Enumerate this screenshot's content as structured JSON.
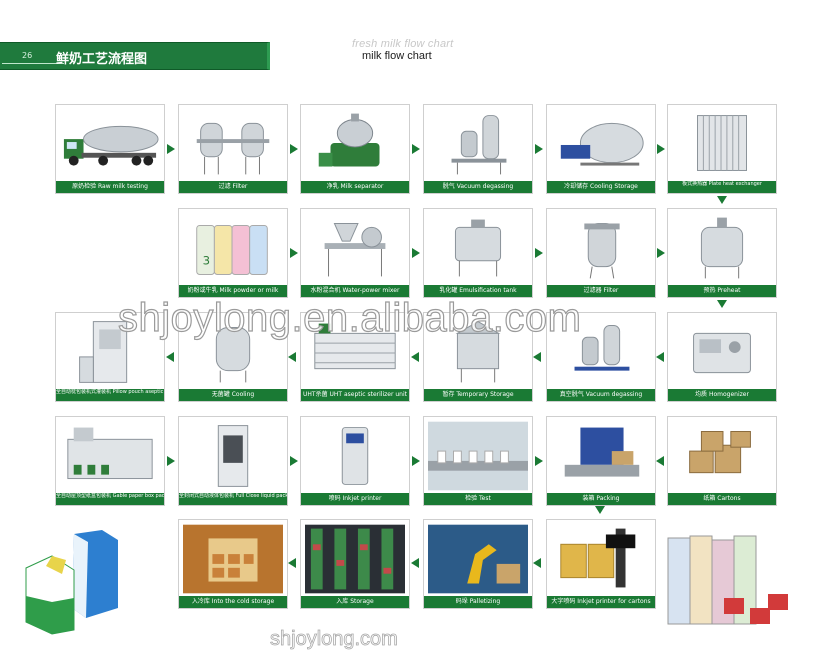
{
  "header": {
    "page_number": "26",
    "title_cn": "鲜奶工艺流程图",
    "ghost_title": "fresh milk flow chart",
    "subtitle": "milk flow chart"
  },
  "steps": [
    {
      "id": "raw-milk-testing",
      "label": "原奶检验 Raw milk testing",
      "icon": "tanker-truck-icon"
    },
    {
      "id": "filter-1",
      "label": "过滤 Filter",
      "icon": "twin-filter-icon"
    },
    {
      "id": "milk-separator",
      "label": "净乳 Milk separator",
      "icon": "separator-icon"
    },
    {
      "id": "vacuum-degassing-1",
      "label": "脱气 Vacuum degassing",
      "icon": "degasser-icon"
    },
    {
      "id": "cooling-storage",
      "label": "冷却储存 Cooling Storage",
      "icon": "horizontal-tank-icon"
    },
    {
      "id": "plate-heat-exchanger",
      "label": "板式换热器 Plate heat exchanger",
      "icon": "plate-exchanger-icon"
    },
    {
      "id": "milk-powder",
      "label": "奶粉或牛乳 Milk powder or milk",
      "icon": "milk-powder-cans-icon"
    },
    {
      "id": "water-powder-mixer",
      "label": "水粉混合机 Water-power mixer",
      "icon": "mixer-icon"
    },
    {
      "id": "emulsification-tank",
      "label": "乳化罐 Emulsification tank",
      "icon": "emulsification-tank-icon"
    },
    {
      "id": "filter-2",
      "label": "过滤器 Filter",
      "icon": "filter-vessel-icon"
    },
    {
      "id": "preheat",
      "label": "预热 Preheat",
      "icon": "preheat-tank-icon"
    },
    {
      "id": "homogenizer",
      "label": "均质 Homogenizer",
      "icon": "homogenizer-icon"
    },
    {
      "id": "vacuum-degassing-2",
      "label": "真空脱气 Vacuum degassing",
      "icon": "degasser-icon"
    },
    {
      "id": "temporary-storage",
      "label": "暂存 Temporary Storage",
      "icon": "storage-tank-icon"
    },
    {
      "id": "uht-sterilizer",
      "label": "UHT杀菌 UHT aseptic sterilizer unit",
      "icon": "uht-unit-icon"
    },
    {
      "id": "cooling",
      "label": "无菌罐 Cooling",
      "icon": "aseptic-tank-icon"
    },
    {
      "id": "pillow-pouch-packing",
      "label": "全自动枕包装机式灌装机 Pillow pouch aseptic packing machine",
      "icon": "pouch-machine-icon"
    },
    {
      "id": "gable-packing",
      "label": "全自动屋顶型纸盒包装机 Gable paper box packing machine",
      "icon": "gable-machine-icon"
    },
    {
      "id": "full-close-packing",
      "label": "全封闭式自动液体包装机 Full Close liquid packing machine",
      "icon": "liquid-packer-icon"
    },
    {
      "id": "inkjet-printer",
      "label": "喷码 Inkjet printer",
      "icon": "inkjet-printer-icon"
    },
    {
      "id": "test",
      "label": "检验 Test",
      "icon": "inspection-line-icon"
    },
    {
      "id": "packing",
      "label": "装箱 Packing",
      "icon": "case-packer-icon"
    },
    {
      "id": "cartons",
      "label": "纸箱 Cartons",
      "icon": "cartons-icon"
    },
    {
      "id": "carton-inkjet",
      "label": "大字喷码 Inkjet printer for cartons",
      "icon": "carton-printer-icon"
    },
    {
      "id": "palletizing",
      "label": "码垛 Palletizing",
      "icon": "palletizing-robot-icon"
    },
    {
      "id": "warehouse",
      "label": "入库 Storage",
      "icon": "warehouse-icon"
    },
    {
      "id": "cold-storage",
      "label": "入冷库 Into the cold storage",
      "icon": "cold-room-icon"
    }
  ],
  "watermark": "shjoylong.en.alibaba.com",
  "footer_watermark": "shjoylong.com",
  "colors": {
    "accent": "#1a7a34",
    "header": "#1f7a3d",
    "steel": "#b8bec4"
  }
}
